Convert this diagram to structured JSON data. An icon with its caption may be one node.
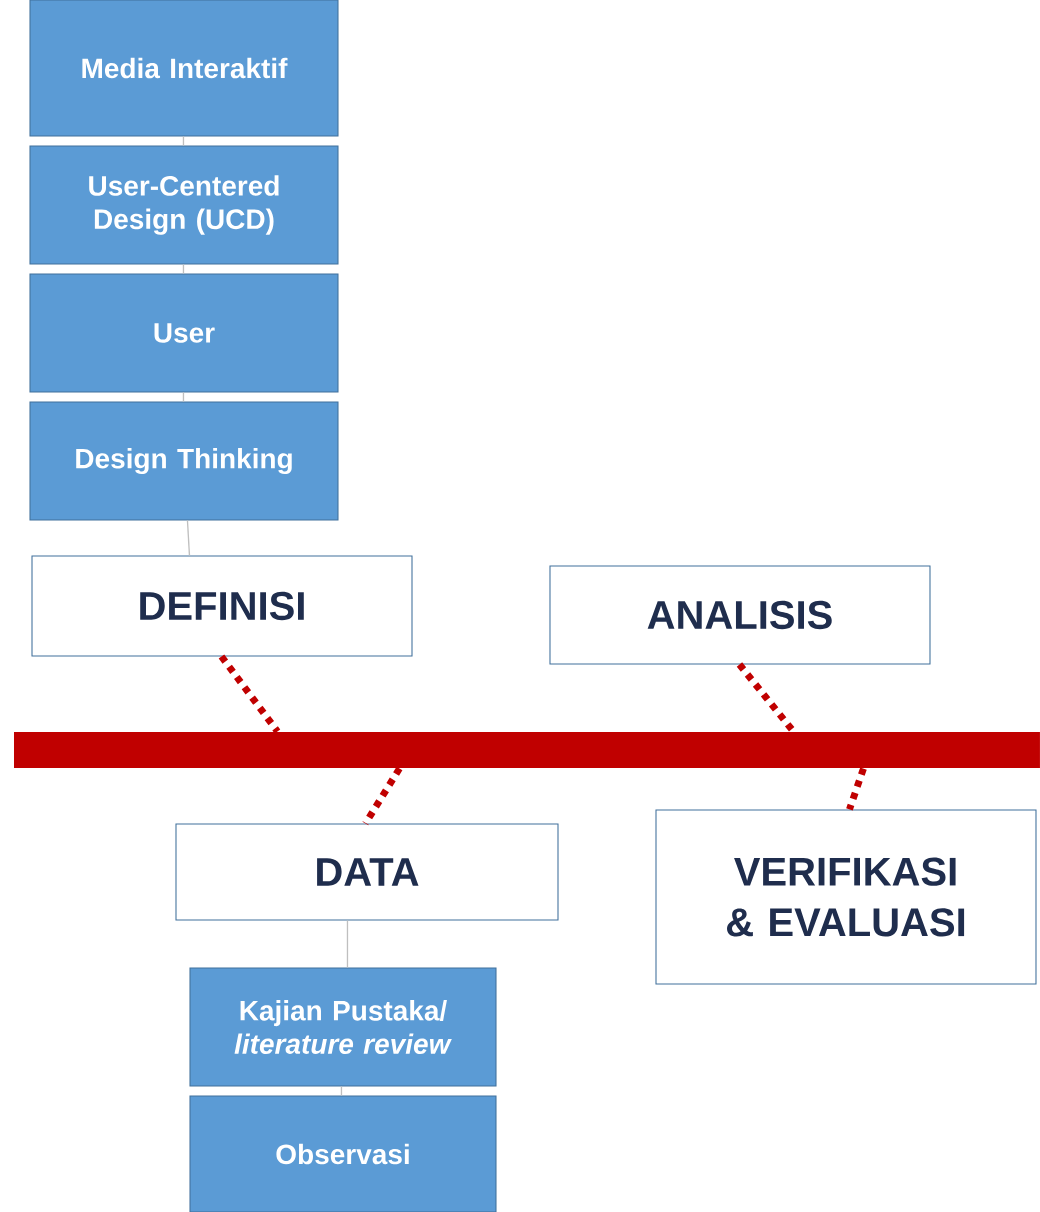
{
  "diagram": {
    "nodes": [
      {
        "text": [
          "Media Interaktif"
        ]
      },
      {
        "text": [
          "User-Centered Design (UCD)"
        ]
      },
      {
        "text": [
          "User"
        ]
      },
      {
        "text": [
          "Design Thinking"
        ]
      },
      {
        "text": [
          "DEFINISI"
        ]
      },
      {
        "text": [
          "ANALISIS"
        ]
      },
      {
        "text": [],
        "shape": "bar"
      },
      {
        "text": [
          "DATA"
        ]
      },
      {
        "text": [
          "VERIFIKASI & EVALUASI"
        ]
      },
      {
        "text": [
          "Kajian Pustaka/ *literature review*"
        ]
      },
      {
        "text": [
          "Observasi"
        ]
      }
    ],
    "edges": [
      {
        "from": 0,
        "to": 1,
        "arrow": "none"
      },
      {
        "from": 1,
        "to": 2,
        "arrow": "none"
      },
      {
        "from": 2,
        "to": 3,
        "arrow": "none"
      },
      {
        "from": 3,
        "to": 4,
        "arrow": "none"
      },
      {
        "from": 4,
        "to": 6,
        "arrow": "none",
        "style": "dashed",
        "color": "#c00000"
      },
      {
        "from": 5,
        "to": 6,
        "arrow": "none",
        "style": "dashed",
        "color": "#c00000"
      },
      {
        "from": 6,
        "to": 7,
        "arrow": "none",
        "style": "dashed",
        "color": "#c00000"
      },
      {
        "from": 6,
        "to": 8,
        "arrow": "none",
        "style": "dashed",
        "color": "#c00000"
      },
      {
        "from": 7,
        "to": 9,
        "arrow": "none"
      },
      {
        "from": 9,
        "to": 10,
        "arrow": "none"
      }
    ]
  }
}
